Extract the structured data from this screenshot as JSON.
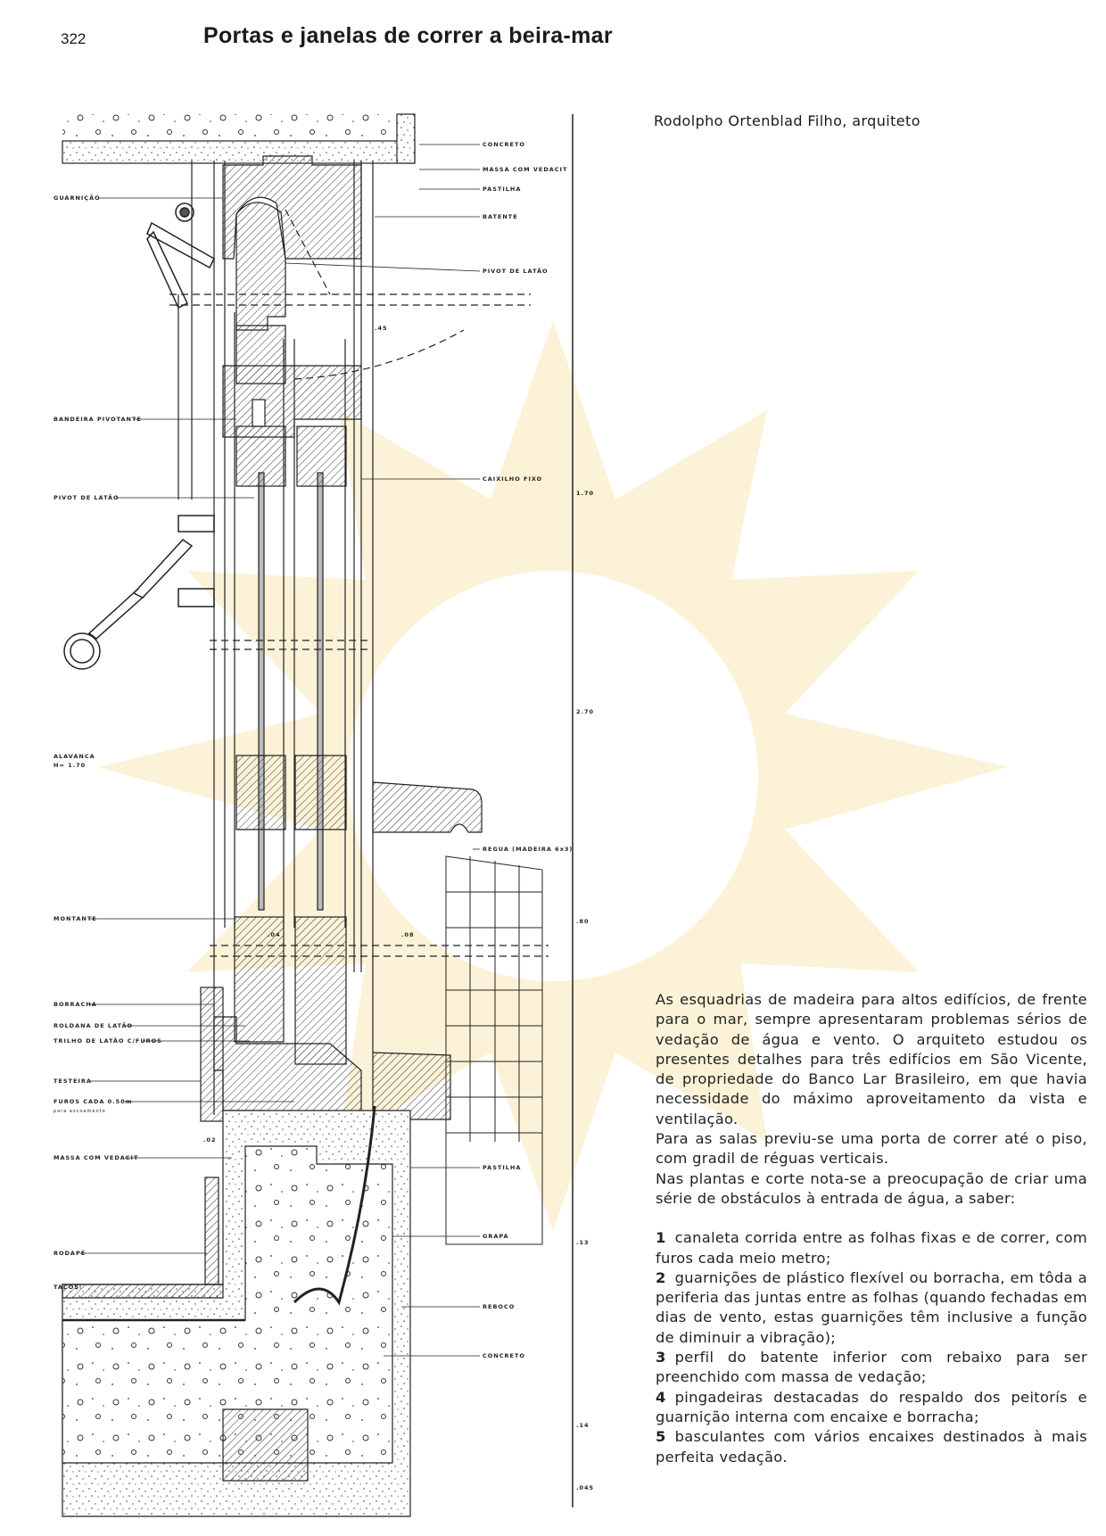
{
  "header": {
    "page_number": "322",
    "title": "Portas e janelas de correr a beira-mar"
  },
  "author": "Rodolpho Ortenblad Filho, arquiteto",
  "drawing": {
    "labels_right": {
      "concreto_top": "CONCRETO",
      "massa_top": "MASSA COM VEDACIT",
      "pastilha_top": "PASTILHA",
      "batente": "BATENTE",
      "pivot_top": "PIVOT DE LATÃO",
      "caixilho": "CAIXILHO FIXO",
      "regua": "REGUA (MADEIRA 6x3)",
      "pastilha_bottom": "PASTILHA",
      "grapa": "GRAPA",
      "reboco": "REBOCO",
      "concreto_bottom": "CONCRETO"
    },
    "labels_left": {
      "guarnicao": "GUARNIÇÃO",
      "bandeira": "BANDEIRA PIVOTANTE",
      "pivot_left": "PIVOT DE LATÃO",
      "alavanca": "ALAVANCA",
      "alavanca_h": "H= 1.70",
      "montante": "MONTANTE",
      "borracha": "BORRACHA",
      "roldana": "ROLDANA DE LATÃO",
      "trilho": "TRILHO DE LATÃO C/FUROS",
      "testeira": "TESTEIRA",
      "furos": "FUROS CADA 0.50m",
      "furos_sub": "para escoamento",
      "massa_bottom": "MASSA COM VEDACIT",
      "rodape": "RODAPÉ",
      "tacos": "TACOS"
    },
    "dimensions": {
      "d170": "1.70",
      "d270": "2.70",
      "d080": ".80",
      "d13": ".13",
      "d14": ".14",
      "d045": ".045",
      "d045b": ".45",
      "d02": ".02",
      "d04": ".04",
      "d08": ".08"
    }
  },
  "text": {
    "paragraphs": [
      "As esquadrias de madeira para altos edifícios, de frente para o mar, sempre apresentaram problemas sérios de vedação de água e vento.  O arquiteto estudou os presentes detalhes para três edifícios em São Vicente, de propriedade do Banco Lar Brasileiro, em que havia necessidade do máximo aproveitamento da vista e ventilação.",
      "Para as salas previu-se uma porta de correr até o piso, com gradil de réguas verticais.",
      "Nas plantas e corte nota-se a preocupação de criar uma série de obstáculos à entrada de água, a saber:"
    ],
    "list": [
      {
        "n": "1",
        "text": "canaleta corrida entre as folhas fixas e de correr, com furos cada meio metro;"
      },
      {
        "n": "2",
        "text": "guarnições de plástico flexível ou borracha, em tôda a periferia das juntas entre as folhas (quando fechadas em dias de vento, estas guarnições têm inclusive a função de diminuir a vibração);"
      },
      {
        "n": "3",
        "text": "perfil do batente inferior com rebaixo para ser preenchido com massa de vedação;"
      },
      {
        "n": "4",
        "text": "pingadeiras destacadas do respaldo dos peitorís e guarnição interna com encaixe e borracha;"
      },
      {
        "n": "5",
        "text": "basculantes com vários encaixes destinados à mais perfeita vedação."
      }
    ]
  },
  "colors": {
    "ink": "#1a1a1a",
    "watermark": "#f7e6b8"
  }
}
